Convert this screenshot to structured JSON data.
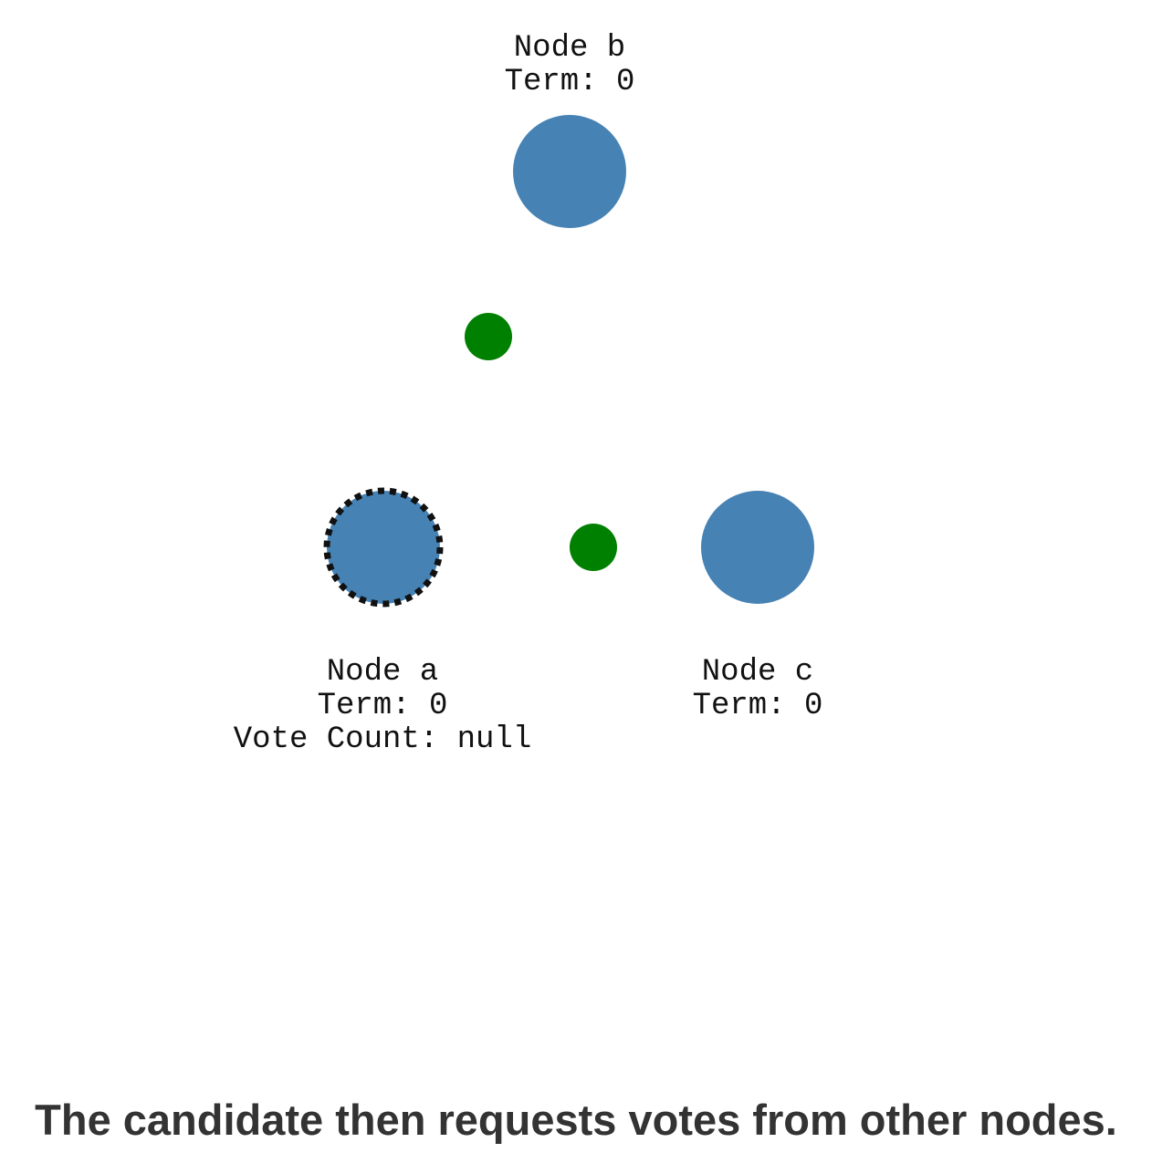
{
  "colors": {
    "node_fill": "#4682b4",
    "message_fill": "#008000",
    "candidate_ring": "#111111",
    "label_text": "#111111",
    "caption_text": "#333333"
  },
  "nodes": [
    {
      "id": "a",
      "name": "Node a",
      "term": "Term: 0",
      "vote_count": "Vote Count: null",
      "role": "candidate"
    },
    {
      "id": "b",
      "name": "Node b",
      "term": "Term: 0",
      "role": "follower"
    },
    {
      "id": "c",
      "name": "Node c",
      "term": "Term: 0",
      "role": "follower"
    }
  ],
  "messages": [
    {
      "name": "vote-request-to-b"
    },
    {
      "name": "vote-request-to-c"
    }
  ],
  "caption": "The candidate then requests votes from other nodes."
}
